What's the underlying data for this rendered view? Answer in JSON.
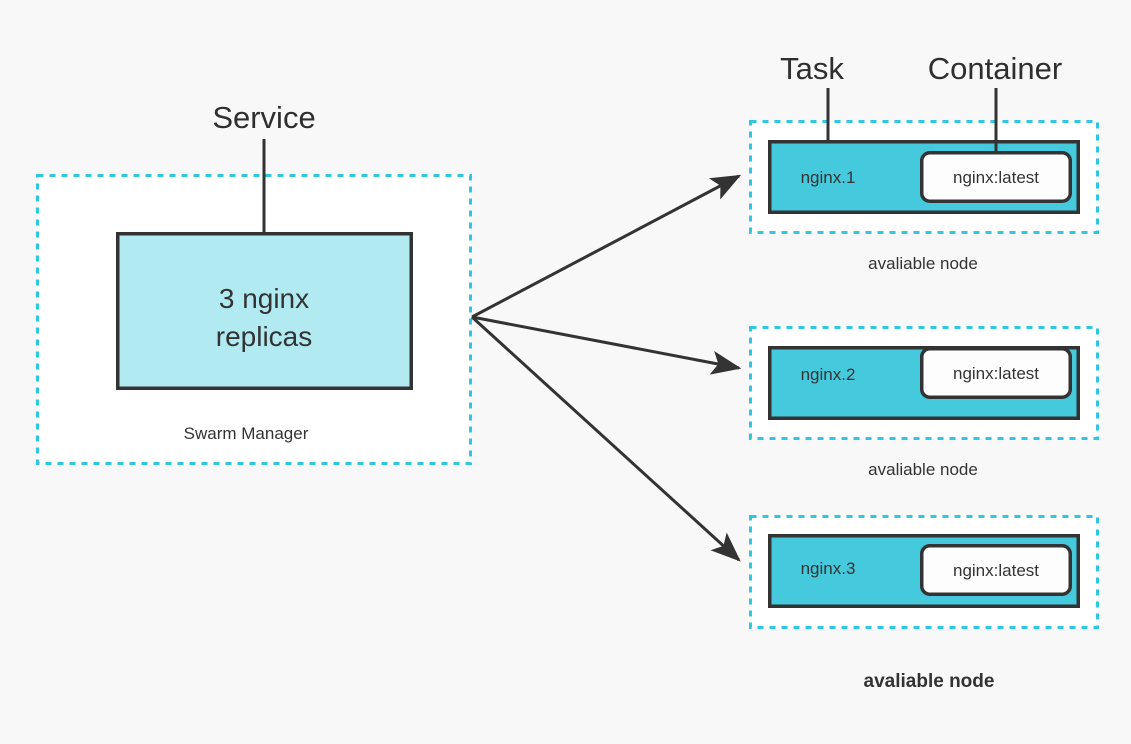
{
  "page": {
    "background_color": "#f8f8f8",
    "title": "Docker Swarm service replication diagram"
  },
  "palette": {
    "dashed_border": "#2ec7e0",
    "service_fill": "#b2eaf2",
    "task_fill": "#45cadd",
    "container_fill": "#fdfdfd",
    "stroke_dark": "#333333",
    "node_interior": "#ffffff"
  },
  "annotations": {
    "service_label": "Service",
    "task_label": "Task",
    "container_label": "Container"
  },
  "manager": {
    "caption": "Swarm Manager",
    "service_box": {
      "line1": "3 nginx",
      "line2": "replicas"
    }
  },
  "nodes": [
    {
      "task_name": "nginx.1",
      "container_image": "nginx:latest",
      "caption": "avaliable node"
    },
    {
      "task_name": "nginx.2",
      "container_image": "nginx:latest",
      "caption": "avaliable node"
    },
    {
      "task_name": "nginx.3",
      "container_image": "nginx:latest",
      "caption": "avaliable node"
    }
  ]
}
